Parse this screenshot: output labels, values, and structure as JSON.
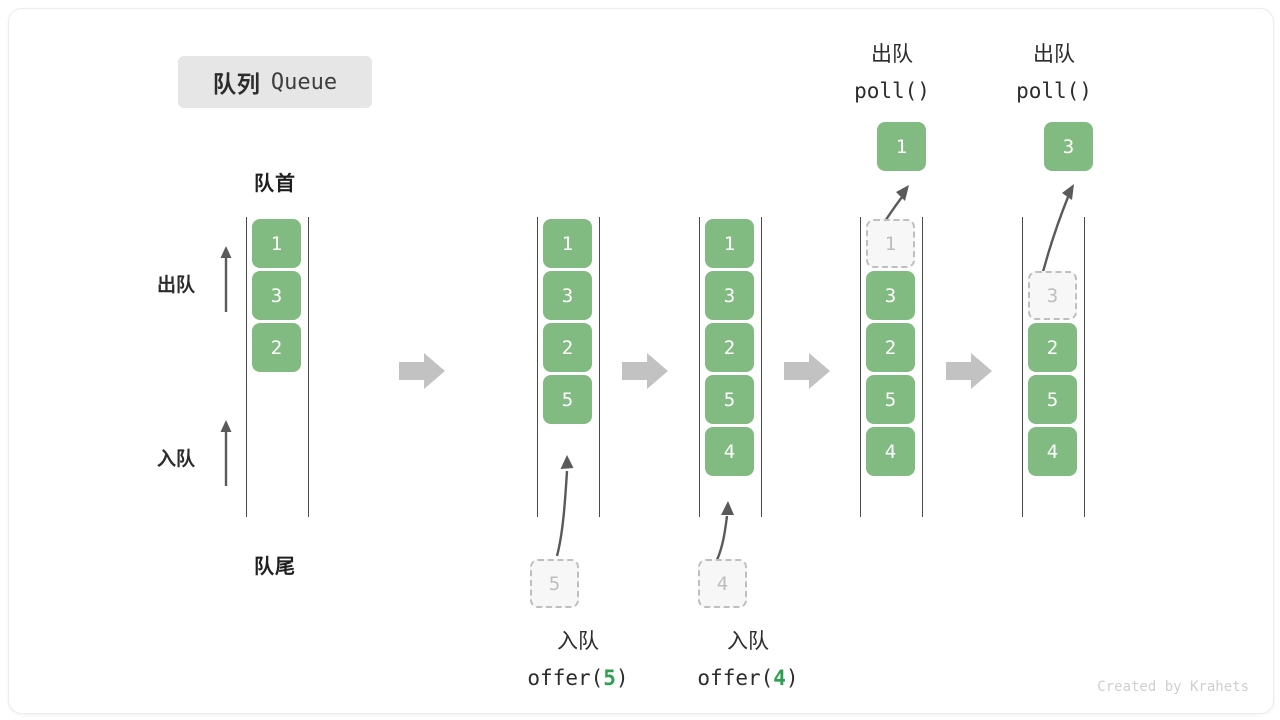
{
  "title": {
    "cn": "队列",
    "en": "Queue"
  },
  "labels": {
    "head": "队首",
    "tail": "队尾",
    "dequeue_side": "出队",
    "enqueue_side": "入队"
  },
  "colors": {
    "cell": "#82bb82",
    "ghost_fill": "#f7f7f7",
    "ghost_border": "#bfbfbf",
    "rail": "#4a4a4a",
    "arrow": "#5a5a5a",
    "flow_arrow": "#c2c2c2",
    "accent_arg": "#2e9e4f",
    "badge_bg": "#e6e6e6"
  },
  "columns": [
    {
      "id": "initial",
      "cells": [
        {
          "value": "1",
          "state": "filled"
        },
        {
          "value": "3",
          "state": "filled"
        },
        {
          "value": "2",
          "state": "filled"
        }
      ]
    },
    {
      "id": "after-offer-5",
      "cells": [
        {
          "value": "1",
          "state": "filled"
        },
        {
          "value": "3",
          "state": "filled"
        },
        {
          "value": "2",
          "state": "filled"
        },
        {
          "value": "5",
          "state": "filled"
        }
      ],
      "incoming": {
        "value": "5"
      },
      "caption": {
        "cn": "入队",
        "fn": "offer(",
        "arg": "5",
        "fn_end": ")"
      }
    },
    {
      "id": "after-offer-4",
      "cells": [
        {
          "value": "1",
          "state": "filled"
        },
        {
          "value": "3",
          "state": "filled"
        },
        {
          "value": "2",
          "state": "filled"
        },
        {
          "value": "5",
          "state": "filled"
        },
        {
          "value": "4",
          "state": "filled"
        }
      ],
      "incoming": {
        "value": "4"
      },
      "caption": {
        "cn": "入队",
        "fn": "offer(",
        "arg": "4",
        "fn_end": ")"
      }
    },
    {
      "id": "after-poll-1",
      "cells": [
        {
          "value": "1",
          "state": "ghost"
        },
        {
          "value": "3",
          "state": "filled"
        },
        {
          "value": "2",
          "state": "filled"
        },
        {
          "value": "5",
          "state": "filled"
        },
        {
          "value": "4",
          "state": "filled"
        }
      ],
      "outgoing": {
        "value": "1"
      },
      "caption_top": {
        "cn": "出队",
        "fn": "poll()"
      }
    },
    {
      "id": "after-poll-3",
      "cells": [
        {
          "value": "",
          "state": "empty"
        },
        {
          "value": "3",
          "state": "ghost"
        },
        {
          "value": "2",
          "state": "filled"
        },
        {
          "value": "5",
          "state": "filled"
        },
        {
          "value": "4",
          "state": "filled"
        }
      ],
      "outgoing": {
        "value": "3"
      },
      "caption_top": {
        "cn": "出队",
        "fn": "poll()"
      }
    }
  ],
  "credit": "Created by Krahets"
}
